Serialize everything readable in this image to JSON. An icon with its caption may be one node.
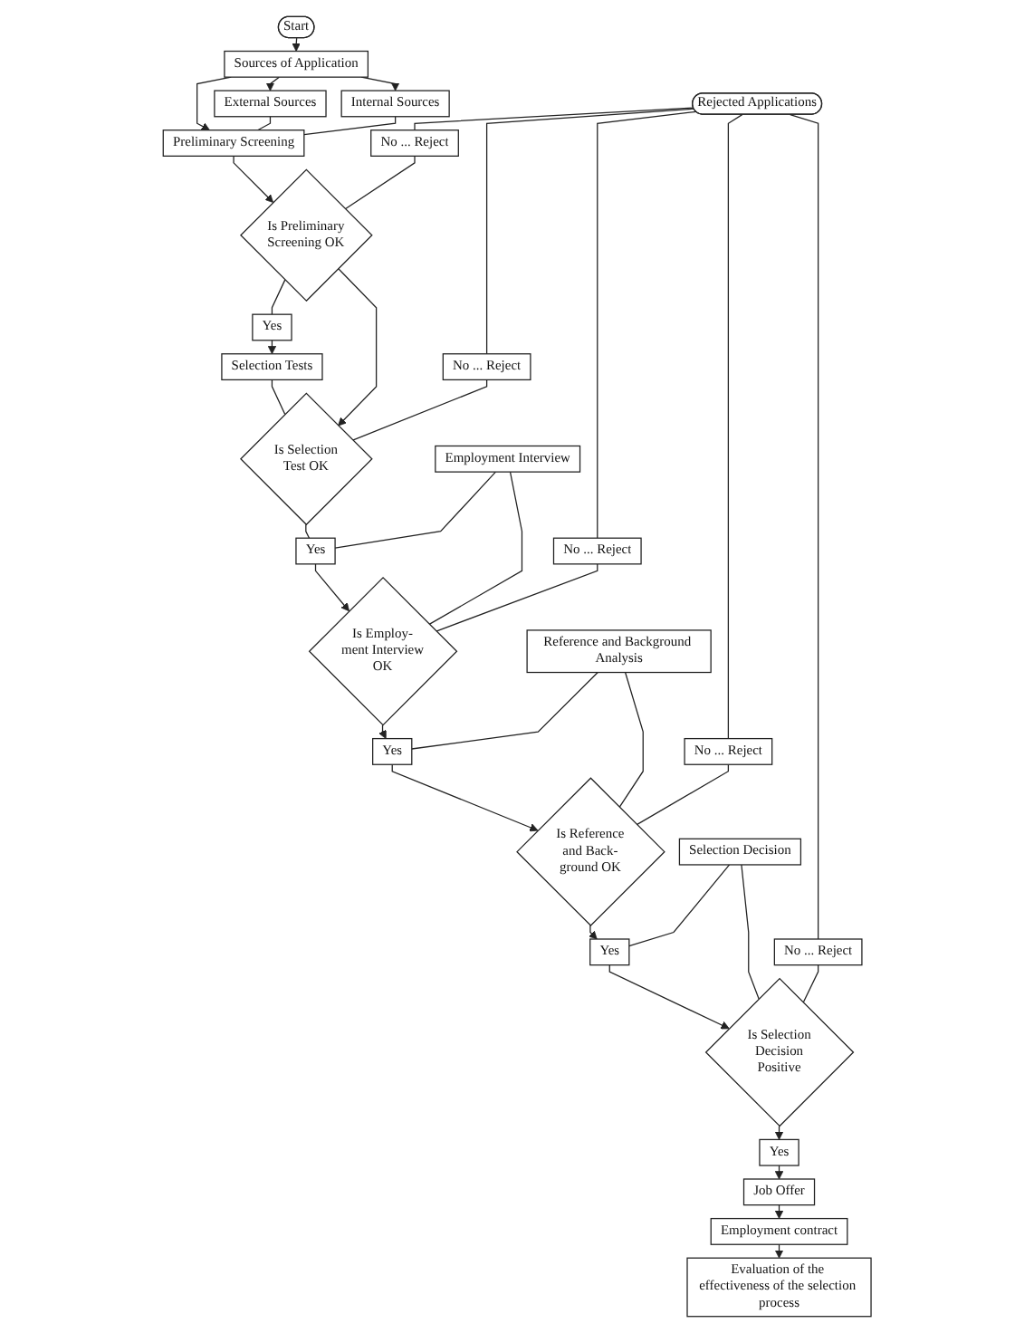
{
  "diagram": {
    "nodes": [
      {
        "text": [
          "Start"
        ]
      },
      {
        "text": [
          "Sources of Application"
        ]
      },
      {
        "text": [
          "External Sources"
        ]
      },
      {
        "text": [
          "Internal Sources"
        ]
      },
      {
        "text": [
          "Preliminary Screening"
        ]
      },
      {
        "text": [
          "Is Preliminary Screening OK"
        ]
      },
      {
        "text": [
          "Yes"
        ]
      },
      {
        "text": [
          "No ... Reject"
        ]
      },
      {
        "text": [
          "Selection Tests"
        ]
      },
      {
        "text": [
          "Is Selection Test OK"
        ]
      },
      {
        "text": [
          "No ... Reject"
        ]
      },
      {
        "text": [
          "Employment Interview"
        ]
      },
      {
        "text": [
          "Yes"
        ]
      },
      {
        "text": [
          "Is Employ- ment Interview OK"
        ]
      },
      {
        "text": [
          "No ... Reject"
        ]
      },
      {
        "text": [
          "Reference and Background Analysis"
        ]
      },
      {
        "text": [
          "Yes"
        ]
      },
      {
        "text": [
          "Is Reference and Back- ground OK"
        ]
      },
      {
        "text": [
          "No ... Reject"
        ]
      },
      {
        "text": [
          "Selection Decision"
        ]
      },
      {
        "text": [
          "Yes"
        ]
      },
      {
        "text": [
          "Is Selection Decision Positive"
        ]
      },
      {
        "text": [
          "No ... Reject"
        ]
      },
      {
        "text": [
          "Yes"
        ]
      },
      {
        "text": [
          "Job Offer"
        ]
      },
      {
        "text": [
          "Employment contract"
        ]
      },
      {
        "text": [
          "Evaluation of the effectiveness of the selection process"
        ]
      },
      {
        "text": [
          "Rejected Applications"
        ]
      }
    ],
    "edges": [
      {
        "from": 0,
        "to": 1,
        "arrow": "to"
      },
      {
        "from": 1,
        "to": 3,
        "arrow": "to"
      },
      {
        "from": 1,
        "to": 2,
        "arrow": "to"
      },
      {
        "from": 1,
        "to": 4,
        "arrow": "to"
      },
      {
        "from": 2,
        "to": 4,
        "arrow": "none"
      },
      {
        "from": 3,
        "to": 4,
        "arrow": "none"
      },
      {
        "from": 4,
        "to": 5,
        "arrow": "to"
      },
      {
        "from": 5,
        "to": 6,
        "arrow": "none"
      },
      {
        "from": 6,
        "to": 8,
        "arrow": "to"
      },
      {
        "from": 7,
        "to": 5,
        "arrow": "none"
      },
      {
        "from": 8,
        "to": 9,
        "arrow": "none"
      },
      {
        "from": 5,
        "to": 9,
        "arrow": "to"
      },
      {
        "from": 10,
        "to": 9,
        "arrow": "none"
      },
      {
        "from": 9,
        "to": 12,
        "arrow": "none"
      },
      {
        "from": 11,
        "to": 12,
        "arrow": "none"
      },
      {
        "from": 12,
        "to": 13,
        "arrow": "to"
      },
      {
        "from": 11,
        "to": 13,
        "arrow": "none"
      },
      {
        "from": 14,
        "to": 13,
        "arrow": "none"
      },
      {
        "from": 13,
        "to": 16,
        "arrow": "to"
      },
      {
        "from": 15,
        "to": 16,
        "arrow": "none"
      },
      {
        "from": 16,
        "to": 17,
        "arrow": "to"
      },
      {
        "from": 15,
        "to": 17,
        "arrow": "none"
      },
      {
        "from": 18,
        "to": 17,
        "arrow": "none"
      },
      {
        "from": 17,
        "to": 20,
        "arrow": "to"
      },
      {
        "from": 19,
        "to": 20,
        "arrow": "none"
      },
      {
        "from": 20,
        "to": 21,
        "arrow": "to"
      },
      {
        "from": 19,
        "to": 21,
        "arrow": "none"
      },
      {
        "from": 22,
        "to": 21,
        "arrow": "none"
      },
      {
        "from": 21,
        "to": 23,
        "arrow": "to"
      },
      {
        "from": 23,
        "to": 24,
        "arrow": "to"
      },
      {
        "from": 24,
        "to": 25,
        "arrow": "to"
      },
      {
        "from": 25,
        "to": 26,
        "arrow": "to"
      },
      {
        "from": 27,
        "to": 7,
        "arrow": "none"
      },
      {
        "from": 27,
        "to": 10,
        "arrow": "none"
      },
      {
        "from": 27,
        "to": 14,
        "arrow": "none"
      },
      {
        "from": 27,
        "to": 18,
        "arrow": "none"
      },
      {
        "from": 27,
        "to": 22,
        "arrow": "none"
      }
    ]
  }
}
